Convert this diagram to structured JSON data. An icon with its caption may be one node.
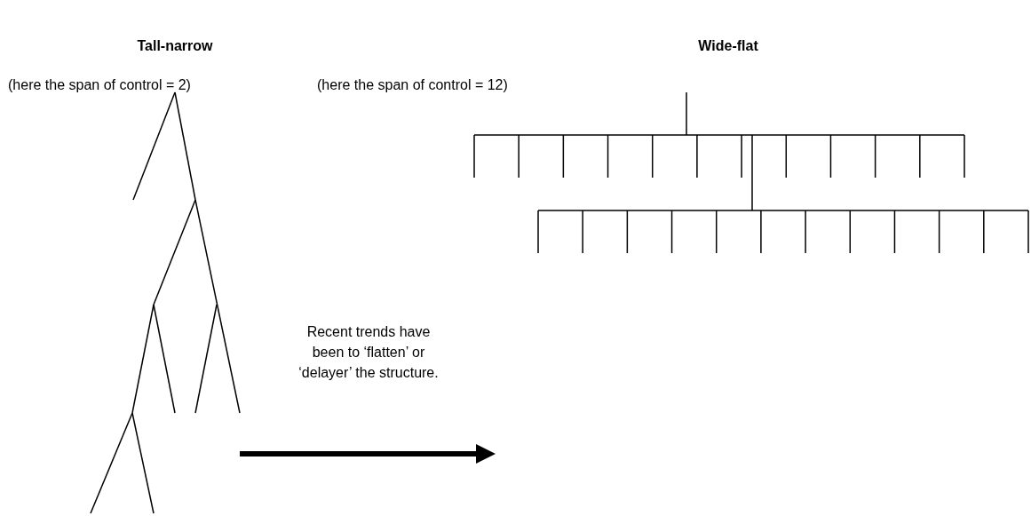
{
  "diagram": {
    "labels": [
      "Tall-narrow",
      "Wide-flat",
      "(here the span of control = 2)",
      "(here the span of control = 12)",
      "Recent trends have been to ‘flatten’ or ‘delayer’ the structure."
    ]
  }
}
